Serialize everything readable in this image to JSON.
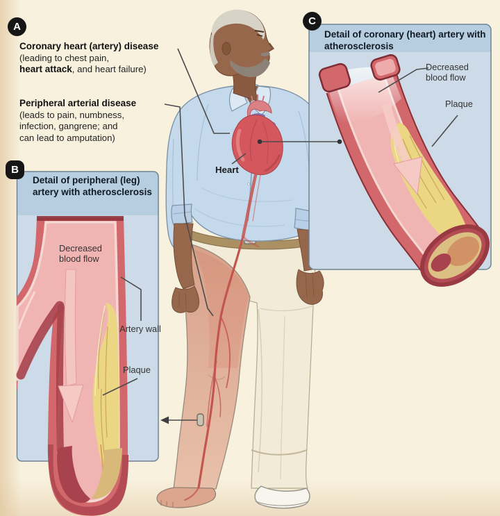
{
  "figure": {
    "badges": {
      "a": "A",
      "b": "B",
      "c": "C"
    },
    "annotations": {
      "coronary": {
        "title": "Coronary heart (artery) disease",
        "line2": "(leading to chest pain,",
        "line3_bold": "heart attack",
        "line3_rest": ", and heart failure)"
      },
      "peripheral": {
        "title": "Peripheral arterial disease",
        "line2": "(leads to pain, numbness,",
        "line3": "infection, gangrene; and",
        "line4": "can lead to amputation)"
      },
      "heart_label": "Heart"
    },
    "panel_b": {
      "title": "Detail of peripheral (leg) artery with atherosclerosis",
      "labels": {
        "decreased_blood_flow": "Decreased blood flow",
        "artery_wall": "Artery wall",
        "plaque": "Plaque"
      }
    },
    "panel_c": {
      "title": "Detail of coronary (heart) artery with atherosclerosis",
      "labels": {
        "decreased_blood_flow": "Decreased blood flow",
        "plaque": "Plaque"
      }
    },
    "colors": {
      "background": "#f8f1de",
      "panel_fill": "#ccdbe7",
      "panel_header": "#b7cee1",
      "panel_border": "#6f8494",
      "artery_red": "#d2676c",
      "artery_dark_red": "#a8414b",
      "lumen_pink": "#f0b4b2",
      "plaque_yellow": "#ead683",
      "leader_line": "#4c4c4c",
      "badge": "#161616"
    }
  }
}
